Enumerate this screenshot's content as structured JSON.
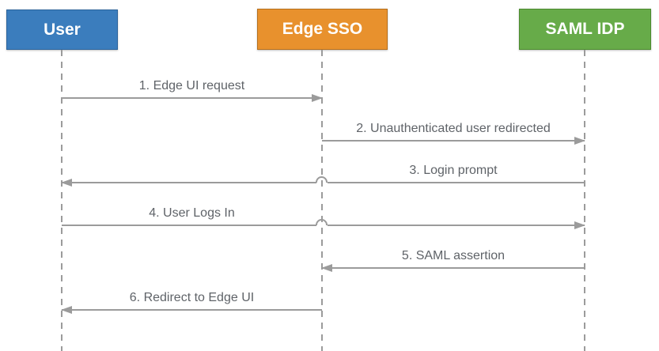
{
  "diagram": {
    "type": "sequence",
    "background": "#ffffff",
    "line_color": "#9b9b9b",
    "label_color": "#5f6368"
  },
  "actors": [
    {
      "label": "User",
      "fill": "#3b7dbd",
      "border": "#2c639a"
    },
    {
      "label": "Edge SSO",
      "fill": "#e8912d",
      "border": "#b56f1d"
    },
    {
      "label": "SAML IDP",
      "fill": "#67ab49",
      "border": "#4c8a2e"
    }
  ],
  "messages": [
    {
      "label": "1. Edge UI request",
      "from": "User",
      "to": "Edge SSO",
      "direction": "right"
    },
    {
      "label": "2. Unauthenticated user redirected",
      "from": "Edge SSO",
      "to": "SAML IDP",
      "direction": "right"
    },
    {
      "label": "3. Login prompt",
      "from": "SAML IDP",
      "to": "User",
      "direction": "left"
    },
    {
      "label": "4. User Logs In",
      "from": "User",
      "to": "SAML IDP",
      "direction": "right"
    },
    {
      "label": "5. SAML assertion",
      "from": "SAML IDP",
      "to": "Edge SSO",
      "direction": "left"
    },
    {
      "label": "6. Redirect to Edge UI",
      "from": "Edge SSO",
      "to": "User",
      "direction": "left"
    }
  ]
}
